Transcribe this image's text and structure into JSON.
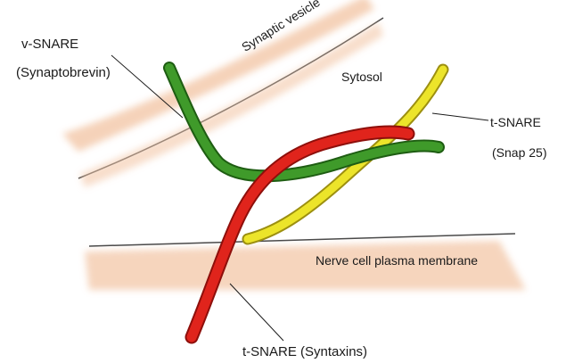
{
  "labels": {
    "v_snare": "v-SNARE",
    "synaptobrevin": "(Synaptobrevin)",
    "synaptic_vesicle": "Synaptic vesicle",
    "sytosol": "Sytosol",
    "t_snare_right": "t-SNARE",
    "snap25": "(Snap 25)",
    "membrane": "Nerve cell plasma membrane",
    "t_snare_syntaxins": "t-SNARE (Syntaxins)"
  },
  "colors": {
    "membrane_fill": "#f3c7a8",
    "membrane_line": "#4a4a4a",
    "green": "#3f9a2a",
    "green_dark": "#1e5d12",
    "red": "#e0241c",
    "red_dark": "#8e0f0b",
    "yellow": "#ece42a",
    "yellow_dark": "#9c8f10",
    "text": "#1a1a1a"
  }
}
